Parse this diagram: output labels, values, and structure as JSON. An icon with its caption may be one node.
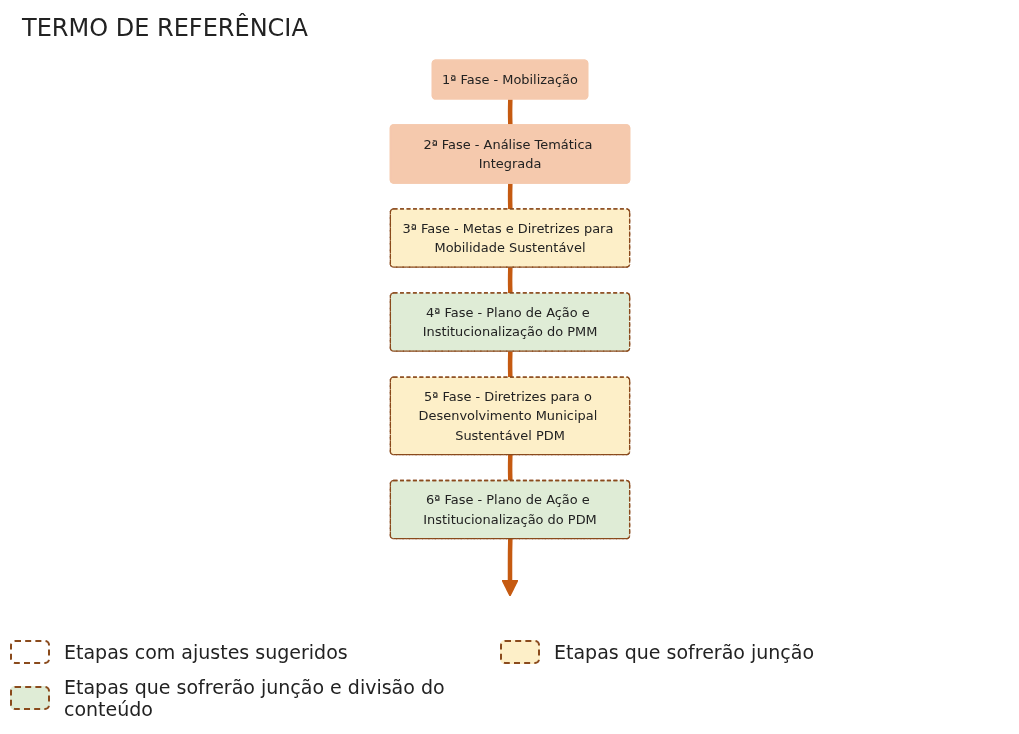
{
  "diagram": {
    "title": "TERMO DE REFERÊNCIA",
    "nodes": [
      {
        "text": [
          "1ª Fase - Mobilização"
        ]
      },
      {
        "text": [
          "2ª Fase - Análise Temática Integrada"
        ]
      },
      {
        "text": [
          "3ª Fase - Metas e Diretrizes para Mobilidade Sustentável"
        ]
      },
      {
        "text": [
          "4ª Fase - Plano de Ação e Institucionalização do PMM"
        ]
      },
      {
        "text": [
          "5ª Fase - Diretrizes para o Desenvolvimento Municipal Sustentável PDM"
        ]
      },
      {
        "text": [
          "6ª Fase - Plano de Ação e Institucionalização do PDM"
        ]
      }
    ],
    "edges": [
      {
        "from": 0,
        "to": 1,
        "arrow": "none"
      },
      {
        "from": 1,
        "to": 2,
        "arrow": "none"
      },
      {
        "from": 2,
        "to": 3,
        "arrow": "none"
      },
      {
        "from": 3,
        "to": 4,
        "arrow": "none"
      },
      {
        "from": 4,
        "to": 5,
        "arrow": "none"
      },
      {
        "from": 5,
        "to": null,
        "arrow": "to"
      }
    ],
    "legend": [
      {
        "text": "Etapas com ajustes sugeridos"
      },
      {
        "text": "Etapas que sofrerão junção",
        "color": "#fdefc8"
      },
      {
        "text": "Etapas que sofrerão junção e divisão do conteúdo",
        "color": "#dfecd6"
      }
    ]
  }
}
